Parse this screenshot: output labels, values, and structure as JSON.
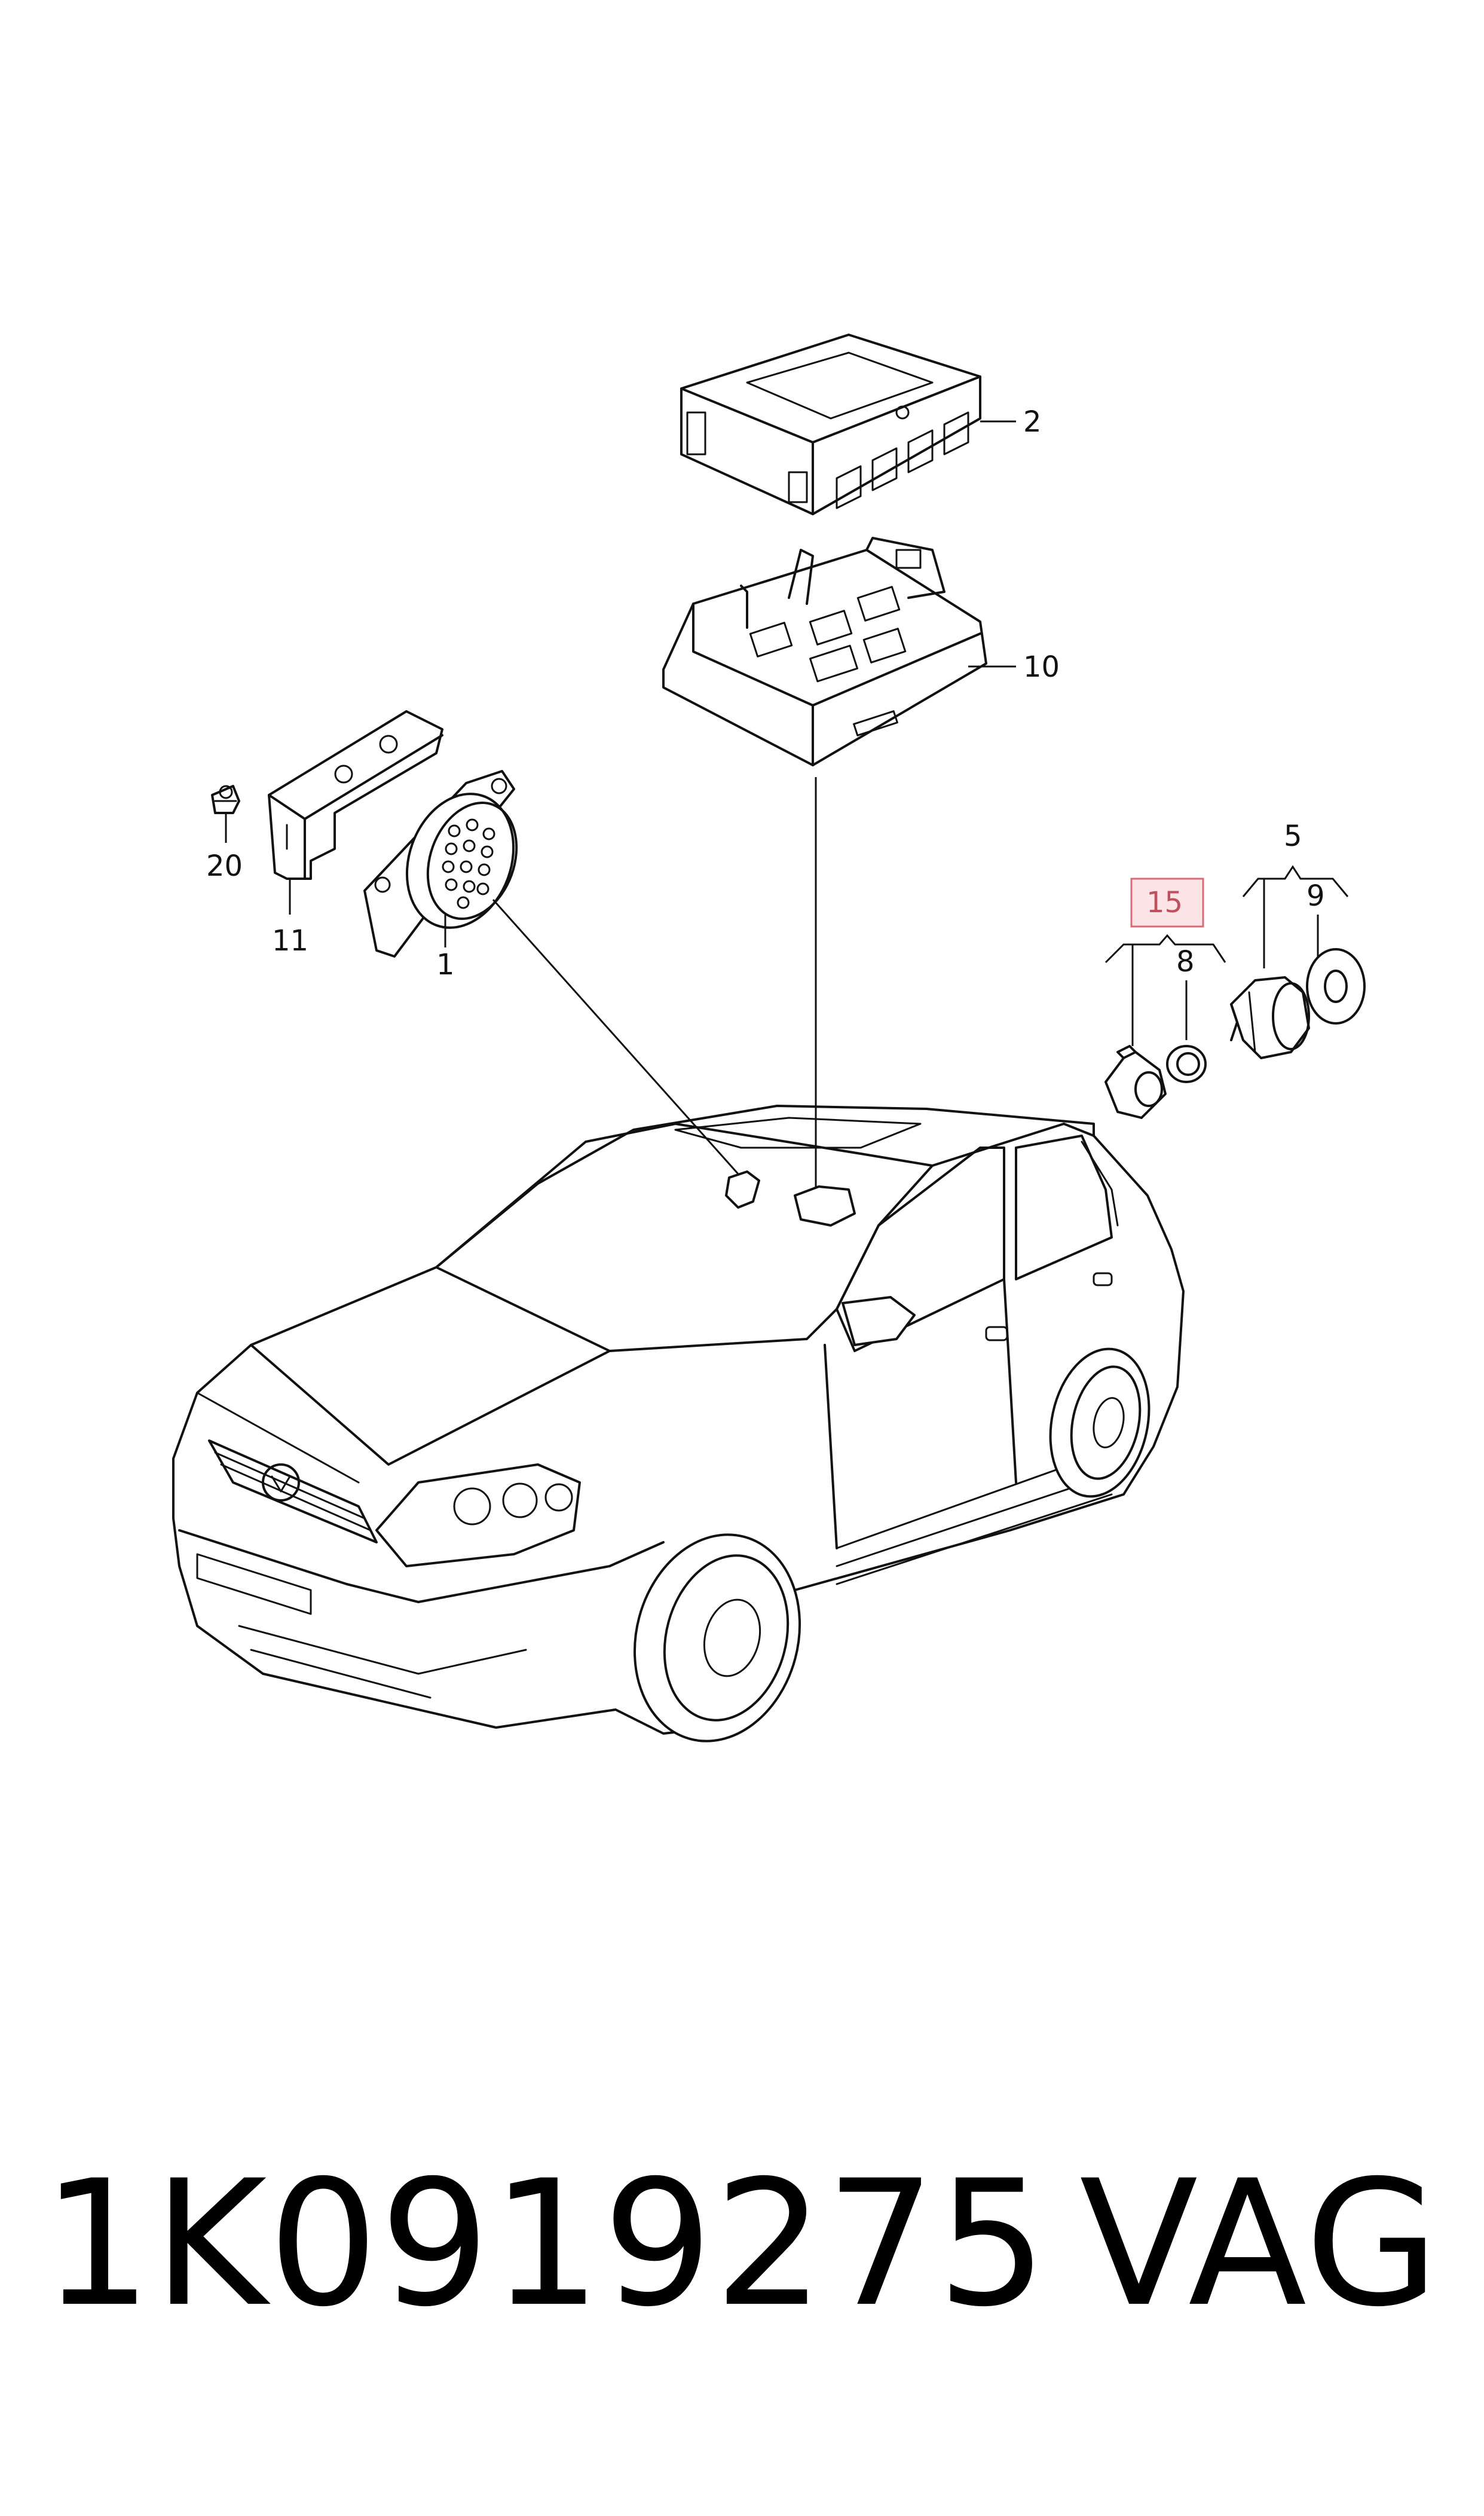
{
  "diagram": {
    "part_labels": {
      "p1": "1",
      "p2": "2",
      "p5": "5",
      "p8": "8",
      "p9": "9",
      "p10": "10",
      "p11": "11",
      "p15": "15",
      "p20": "20"
    },
    "highlighted_part": "15",
    "highlight_color": "#fde4e6",
    "highlight_border_color": "#d96a78"
  },
  "footer": {
    "part_number": "1K0919275",
    "brand": "VAG"
  }
}
